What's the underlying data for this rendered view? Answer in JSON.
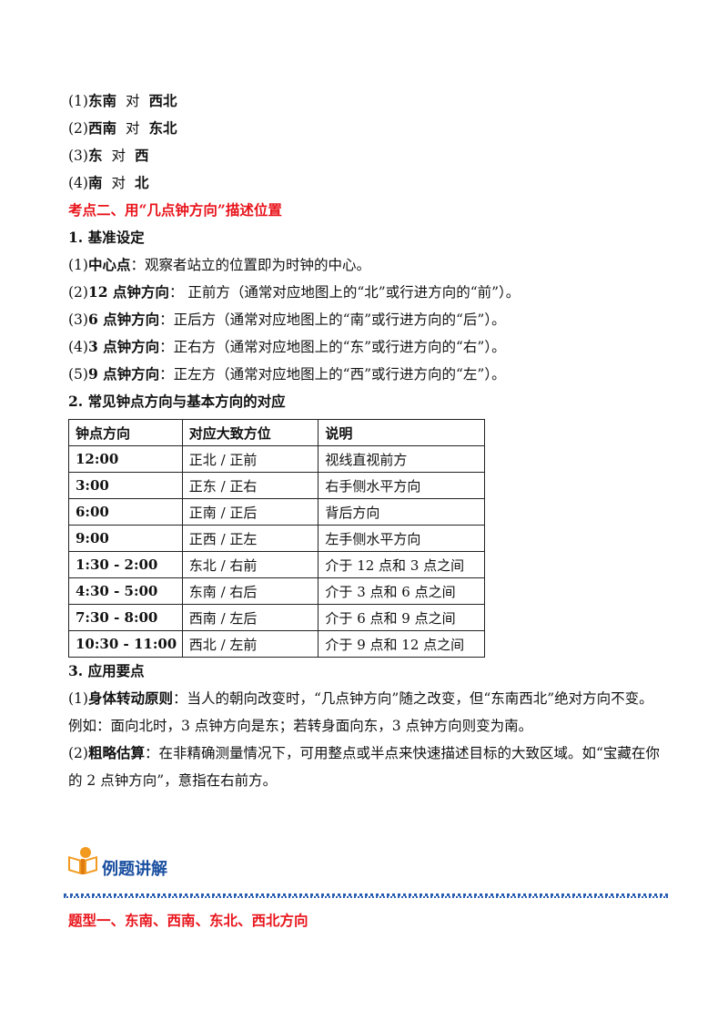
{
  "pairs": [
    {
      "num": "(1)",
      "a": "东南",
      "dui": "对",
      "b": "西北"
    },
    {
      "num": "(2)",
      "a": "西南",
      "dui": "对",
      "b": "东北"
    },
    {
      "num": "(3)",
      "a": "东",
      "dui": "对",
      "b": "西"
    },
    {
      "num": "(4)",
      "a": "南",
      "dui": "对",
      "b": "北"
    }
  ],
  "kaodian2": "考点二、用“几点钟方向”描述位置",
  "s1": {
    "heading": "1. 基准设定",
    "items": [
      {
        "num": "(1)",
        "term": "中心点",
        "text": "：观察者站立的位置即为时钟的中心。"
      },
      {
        "num": "(2)",
        "term": "12 点钟方向",
        "text": "：  正前方（通常对应地图上的“北”或行进方向的“前”）。"
      },
      {
        "num": "(3)",
        "term": "6 点钟方向",
        "text": "：正后方（通常对应地图上的“南”或行进方向的“后”）。"
      },
      {
        "num": "(4)",
        "term": "3 点钟方向",
        "text": "：正右方（通常对应地图上的“东”或行进方向的“右”）。"
      },
      {
        "num": "(5)",
        "term": "9 点钟方向",
        "text": "：正左方（通常对应地图上的“西”或行进方向的“左”）。"
      }
    ]
  },
  "s2": {
    "heading": "2. 常见钟点方向与基本方向的对应",
    "headers": [
      "钟点方向",
      "对应大致方位",
      "说明"
    ],
    "rows": [
      [
        "12:00",
        "正北 / 正前",
        "视线直视前方"
      ],
      [
        "3:00",
        "正东 / 正右",
        "右手侧水平方向"
      ],
      [
        "6:00",
        "正南 / 正后",
        "背后方向"
      ],
      [
        "9:00",
        "正西 / 正左",
        "左手侧水平方向"
      ],
      [
        "1:30 - 2:00",
        "东北 / 右前",
        "介于 12 点和 3 点之间"
      ],
      [
        "4:30 - 5:00",
        "东南 / 右后",
        "介于 3 点和 6 点之间"
      ],
      [
        "7:30 - 8:00",
        "西南 / 左后",
        "介于 6 点和 9 点之间"
      ],
      [
        "10:30 - 11:00",
        "西北 / 左前",
        "介于 9 点和 12 点之间"
      ]
    ]
  },
  "s3": {
    "heading": "3. 应用要点",
    "p1_num": "(1)",
    "p1_term": "身体转动原则",
    "p1_text": "：当人的朝向改变时，“几点钟方向”随之改变，但“东南西北”绝对方向不变。",
    "example": "例如：面向北时，3 点钟方向是东；若转身面向东，3 点钟方向则变为南。",
    "p2_num": "(2)",
    "p2_term": "粗略估算",
    "p2_text": "：在非精确测量情况下，可用整点或半点来快速描述目标的大致区域。如“宝藏在你的 2 点钟方向”，意指在右前方。"
  },
  "section_title": "例题讲解",
  "tixing1": "题型一、东南、西南、东北、西北方向",
  "colors": {
    "accent_red": "#e8141b",
    "section_blue": "#1a4fa0",
    "icon_orange": "#f29a1f"
  },
  "icons": {
    "section": "reader-book-icon"
  }
}
